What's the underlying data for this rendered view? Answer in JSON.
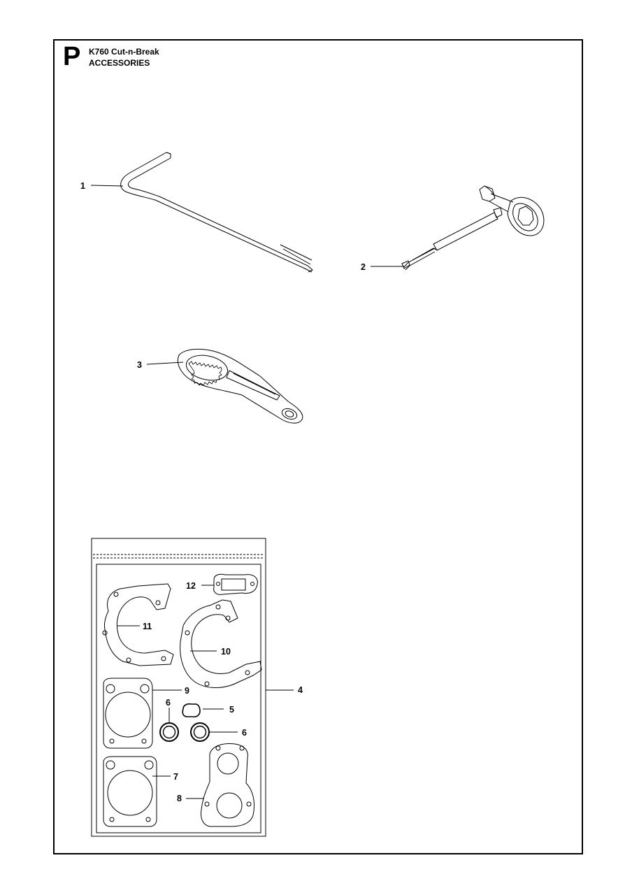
{
  "header": {
    "section_letter": "P",
    "model": "K760 Cut-n-Break",
    "group": "ACCESSORIES"
  },
  "callouts": {
    "c1": "1",
    "c2": "2",
    "c3": "3",
    "c4": "4",
    "c5": "5",
    "c6a": "6",
    "c6b": "6",
    "c7": "7",
    "c8": "8",
    "c9": "9",
    "c10": "10",
    "c11": "11",
    "c12": "12"
  }
}
